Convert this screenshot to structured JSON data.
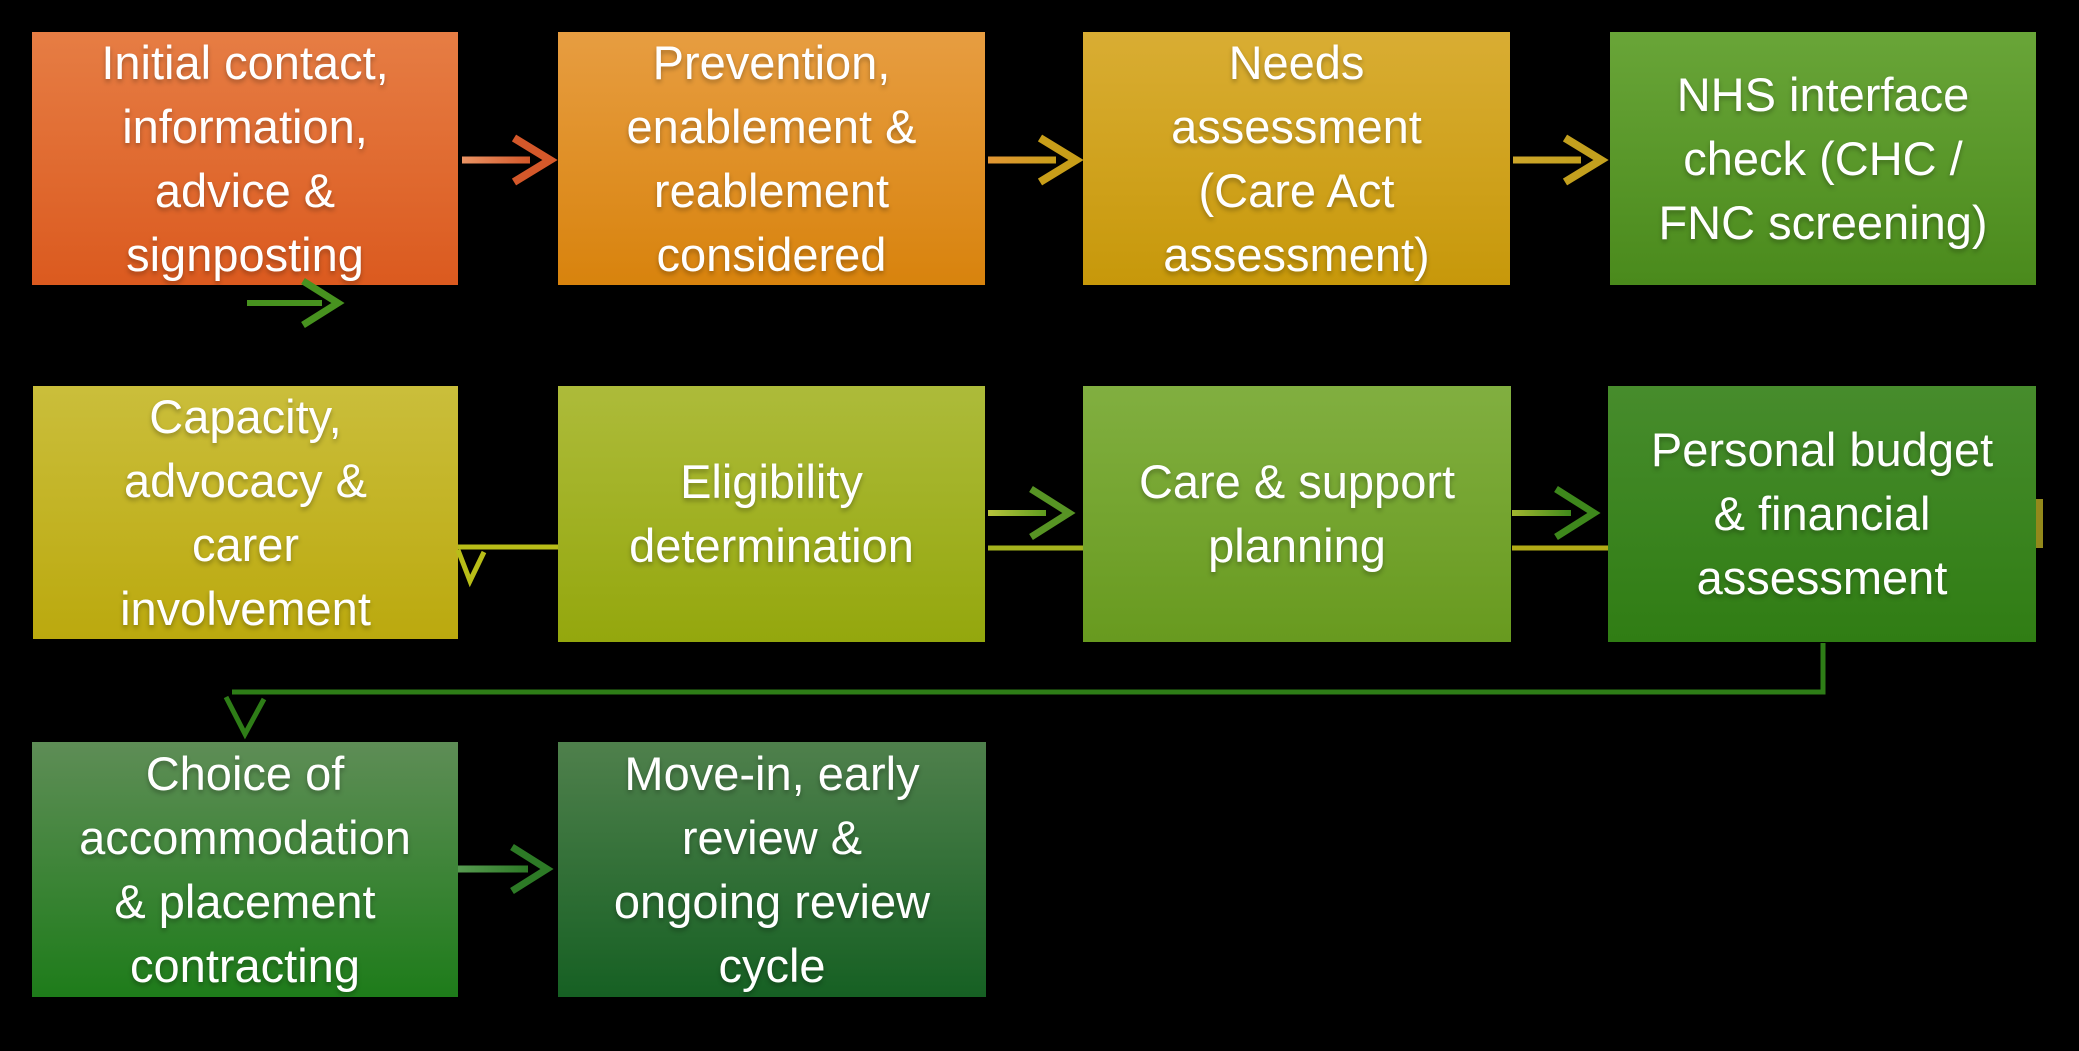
{
  "diagram": {
    "background_color": "#000000",
    "text_color": "#ffffff",
    "boxes": [
      {
        "id": "initial-contact",
        "label": "Initial contact,\ninformation,\nadvice &\nsignposting",
        "color_top": "#e67d44",
        "color_bottom": "#db5a1f"
      },
      {
        "id": "prevention",
        "label": "Prevention,\nenablement &\nreablement\nconsidered",
        "color_top": "#e79d41",
        "color_bottom": "#d8830d"
      },
      {
        "id": "needs-assessment",
        "label": "Needs\nassessment\n(Care Act\nassessment)",
        "color_top": "#d9ad33",
        "color_bottom": "#c7980a"
      },
      {
        "id": "nhs-interface",
        "label": "NHS interface\ncheck (CHC /\nFNC screening)",
        "color_top": "#69a538",
        "color_bottom": "#4a8a1c"
      },
      {
        "id": "capacity-advocacy",
        "label": "Capacity,\nadvocacy &\ncarer\ninvolvement",
        "color_top": "#cabe3b",
        "color_bottom": "#bba90e"
      },
      {
        "id": "eligibility",
        "label": "Eligibility\ndetermination",
        "color_top": "#adbb3a",
        "color_bottom": "#94a70d"
      },
      {
        "id": "care-support-planning",
        "label": "Care & support\nplanning",
        "color_top": "#81af40",
        "color_bottom": "#689a1f"
      },
      {
        "id": "personal-budget",
        "label": "Personal budget\n& financial\nassessment",
        "color_top": "#478c2c",
        "color_bottom": "#307d14"
      },
      {
        "id": "choice-accommodation",
        "label": "Choice of\naccommodation\n& placement\ncontracting",
        "color_top": "#5e8d56",
        "color_bottom": "#1e7c1a"
      },
      {
        "id": "move-in-review",
        "label": "Move-in, early\nreview &\nongoing review\ncycle",
        "color_top": "#4f804c",
        "color_bottom": "#166023"
      }
    ],
    "connectors": {
      "initial_to_prevention": {
        "type": "arrow",
        "color": "#d4582a",
        "shaft_colors": [
          "#ea9464",
          "#d4582a"
        ]
      },
      "below_initial": {
        "type": "arrow",
        "color": "#47921f",
        "shaft_colors": [
          "#47921f",
          "#47921f"
        ]
      },
      "prevention_to_needs": {
        "type": "arrow",
        "color": "#c89e19",
        "shaft_colors": [
          "#e29634",
          "#c89e19"
        ]
      },
      "needs_to_nhs": {
        "type": "arrow",
        "color": "#c3a01e",
        "shaft_colors": [
          "#cda62a",
          "#c3a01e"
        ]
      },
      "eligibility_to_capacity": {
        "type": "line-chevron",
        "color": "#b8bd18"
      },
      "eligibility_to_care_arrow": {
        "type": "arrow",
        "color": "#579424",
        "shaft_colors": [
          "#b9c43c",
          "#5f9c1e"
        ]
      },
      "eligibility_to_care_line": {
        "type": "line",
        "color": "#a5b31d"
      },
      "care_to_budget_arrow": {
        "type": "arrow",
        "color": "#3e881c",
        "shaft_colors": [
          "#a2b62f",
          "#3f8a1b"
        ]
      },
      "care_to_budget_line": {
        "type": "line",
        "color": "#b2ab16"
      },
      "budget_edge_fragment": {
        "type": "fragment",
        "color": "#93891b"
      },
      "budget_to_choice": {
        "type": "elbow-arrow",
        "color": "#2e7d17"
      },
      "choice_to_movein": {
        "type": "arrow",
        "color": "#2d7a26",
        "shaft_colors": [
          "#579b51",
          "#2d7a26"
        ]
      }
    }
  }
}
